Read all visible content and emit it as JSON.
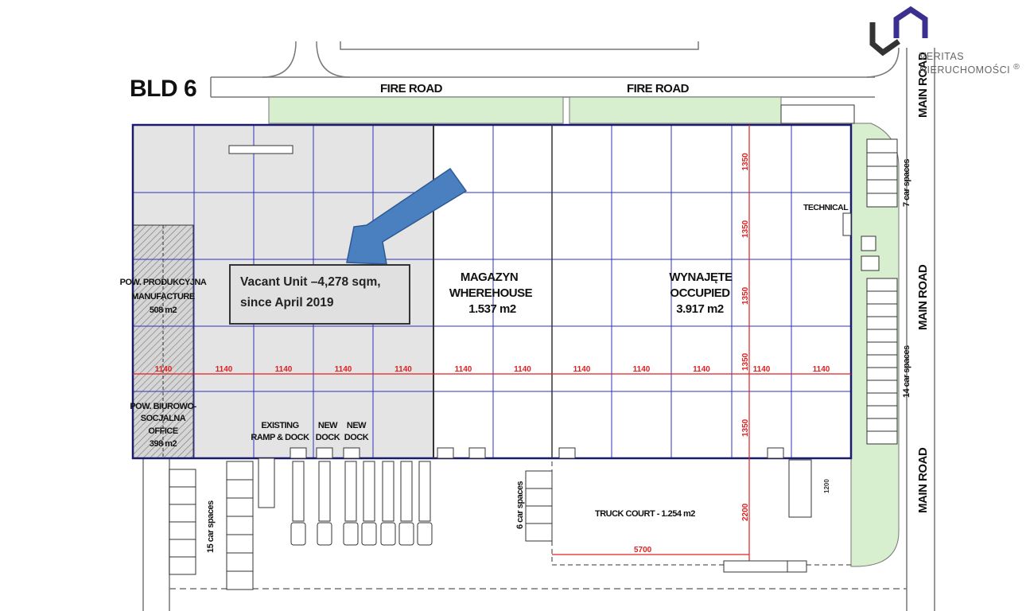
{
  "title": "BLD 6",
  "logo": {
    "line1": "VERITAS",
    "line2": "NIERUCHOMOŚCI",
    "mark": "®",
    "accent": "#3b2f8f"
  },
  "roads": {
    "fire_road_left": "FIRE ROAD",
    "fire_road_right": "FIRE ROAD",
    "main_road_top": "MAIN ROAD",
    "main_road_mid": "MAIN ROAD",
    "main_road_bottom": "MAIN ROAD"
  },
  "callout": {
    "line1": "Vacant Unit –4,278 sqm,",
    "line2": "since April 2019"
  },
  "zones": {
    "manufacture": [
      "POW. PRODUKCYJNA",
      "MANUFACTURE",
      "508 m2"
    ],
    "office": [
      "POW. BIUROWO-",
      "SOCJALNA",
      "OFFICE",
      "398 m2"
    ],
    "warehouse": [
      "MAGAZYN",
      "WHEREHOUSE",
      "1.537 m2"
    ],
    "occupied": [
      "WYNAJĘTE",
      "OCCUPIED",
      "3.917 m2"
    ],
    "technical": "TECHNICAL",
    "truck_court": "TRUCK COURT - 1.254 m2"
  },
  "docks": {
    "existing": [
      "EXISTING",
      "RAMP & DOCK"
    ],
    "new1": [
      "NEW",
      "DOCK"
    ],
    "new2": [
      "NEW",
      "DOCK"
    ]
  },
  "parking": {
    "p15": "15 car spaces",
    "p6": "6 car spaces",
    "p7": "7 car spaces",
    "p14": "14 car spaces"
  },
  "dimensions": {
    "bay_width": "1140",
    "bay_depth": "1350",
    "court_depth": "2200",
    "court_width": "5700",
    "ramp": "1200"
  },
  "colors": {
    "grid": "#3030c0",
    "dimension": "#e02020",
    "green": "#d8efcf",
    "vacant": "#e4e4e4",
    "arrow": "#4a7fc0"
  }
}
